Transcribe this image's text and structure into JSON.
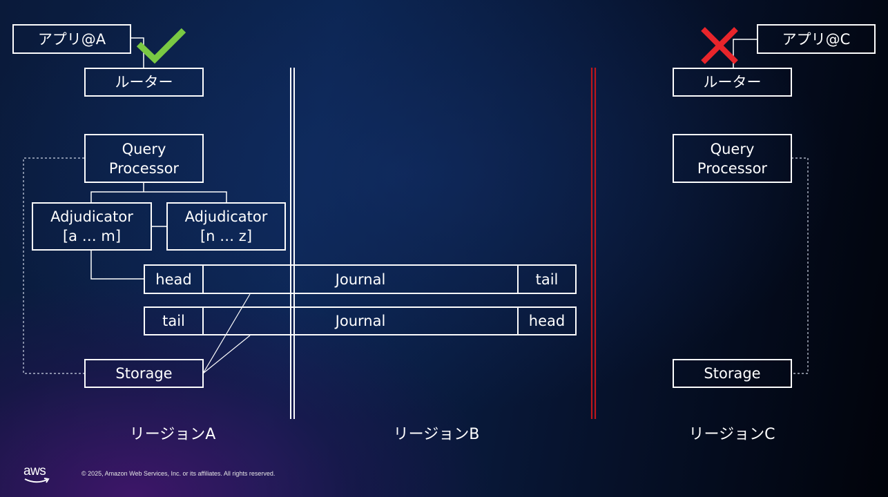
{
  "apps": {
    "app_a": "アプリ@A",
    "app_c": "アプリ@C"
  },
  "region_a": {
    "router": "ルーター",
    "query_processor_line1": "Query",
    "query_processor_line2": "Processor",
    "adjudicator_1_line1": "Adjudicator",
    "adjudicator_1_line2": "[a … m]",
    "adjudicator_2_line1": "Adjudicator",
    "adjudicator_2_line2": "[n … z]",
    "storage": "Storage",
    "label": "リージョンA"
  },
  "journals": [
    {
      "left": "head",
      "middle": "Journal",
      "right": "tail"
    },
    {
      "left": "tail",
      "middle": "Journal",
      "right": "head"
    }
  ],
  "region_b": {
    "label": "リージョンB"
  },
  "region_c": {
    "router": "ルーター",
    "query_processor_line1": "Query",
    "query_processor_line2": "Processor",
    "storage": "Storage",
    "label": "リージョンC"
  },
  "status": {
    "ok_icon": "check-icon",
    "fail_icon": "cross-icon",
    "ok_color": "#7ac943",
    "fail_color": "#e8252b",
    "partition_color": "#c0161c"
  },
  "footer": {
    "logo_text": "aws",
    "copyright": "© 2025, Amazon Web Services, Inc. or its affiliates. All rights reserved."
  }
}
